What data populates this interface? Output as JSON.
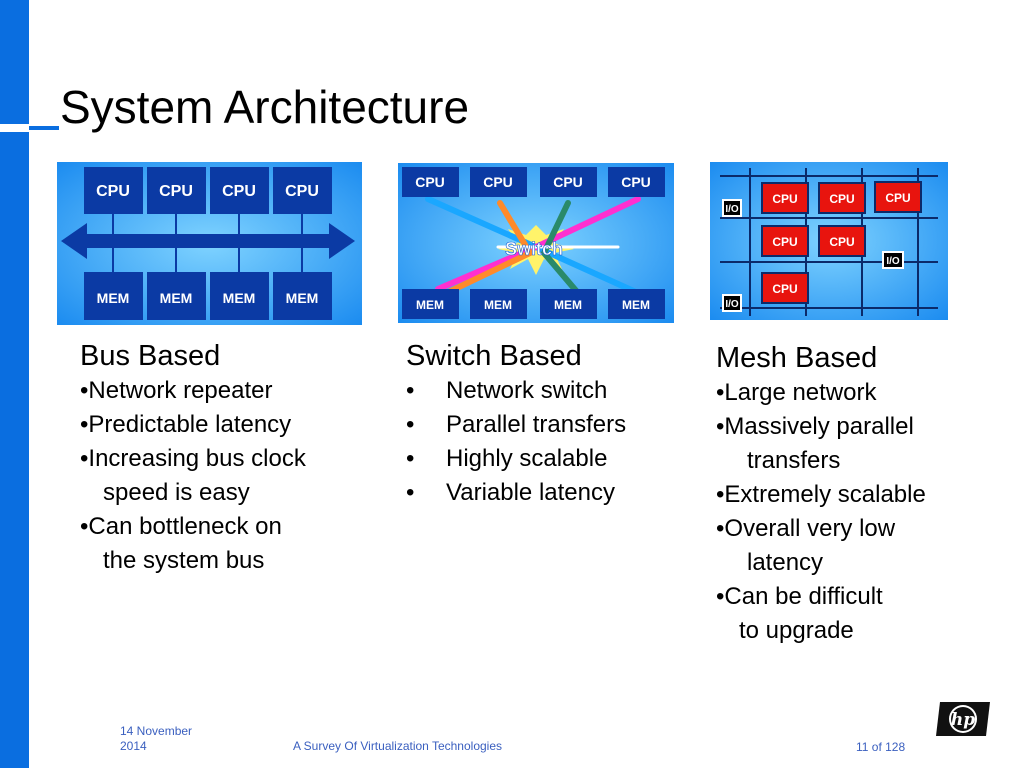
{
  "slide": {
    "title": "System Architecture",
    "colors": {
      "accent": "#0a6ee0",
      "chip": "#0b3aa4",
      "chip_red": "#e8140e",
      "footer": "#3a5fbf"
    }
  },
  "bus_diagram": {
    "cpu_labels": [
      "CPU",
      "CPU",
      "CPU",
      "CPU"
    ],
    "mem_labels": [
      "MEM",
      "MEM",
      "MEM",
      "MEM"
    ]
  },
  "switch_diagram": {
    "cpu_labels": [
      "CPU",
      "CPU",
      "CPU",
      "CPU"
    ],
    "mem_labels": [
      "MEM",
      "MEM",
      "MEM",
      "MEM"
    ],
    "center_label": "Switch"
  },
  "mesh_diagram": {
    "cpu_labels": [
      "CPU",
      "CPU",
      "CPU",
      "CPU",
      "CPU",
      "CPU"
    ],
    "io_labels": [
      "I/O",
      "I/O",
      "I/O"
    ]
  },
  "bus": {
    "heading": "Bus Based",
    "items": [
      "•Network repeater",
      "•Predictable latency",
      "•Increasing bus clock",
      "speed is easy",
      "•Can bottleneck on",
      "the system bus"
    ]
  },
  "switch": {
    "heading": "Switch Based",
    "bullet": "•",
    "items": [
      "Network switch",
      "Parallel transfers",
      "Highly scalable",
      "Variable latency"
    ]
  },
  "mesh": {
    "heading": "Mesh Based",
    "items": [
      "•Large network",
      "•Massively parallel",
      "transfers",
      "•Extremely scalable",
      "•Overall very low",
      "latency",
      "•Can be difficult",
      "to upgrade"
    ]
  },
  "footer": {
    "date_line1": "14 November",
    "date_line2": "2014",
    "center": "A Survey Of Virtualization Technologies",
    "page": "11 of 128",
    "logo_text": "hp"
  }
}
